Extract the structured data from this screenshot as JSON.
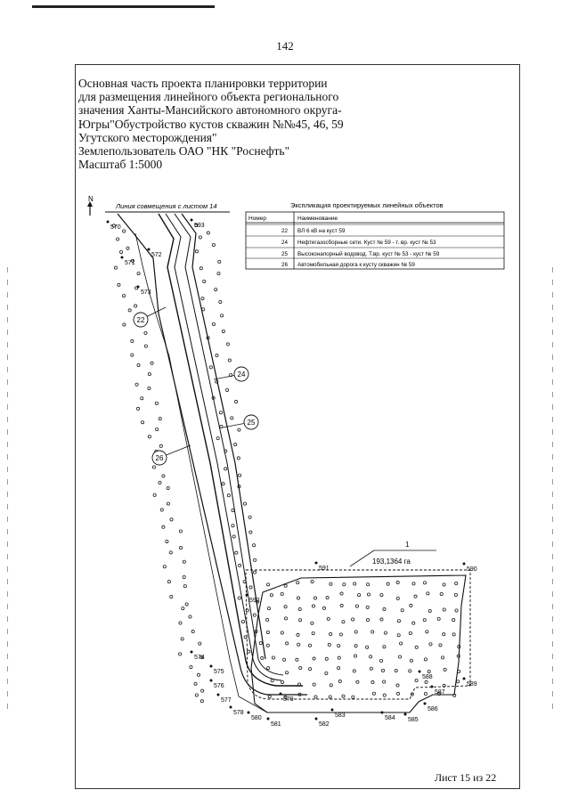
{
  "page_number": "142",
  "header": {
    "lines": [
      "Основная часть проекта планировки территории",
      "для размещения линейного объекта регионального",
      "значения Ханты-Мансийского автономного округа-",
      "Югры\"Обустройство кустов скважин №№45, 46, 59",
      "Угутского месторождения\"",
      "Землепользователь ОАО \"НК \"Роснефть\"",
      "Масштаб 1:5000"
    ]
  },
  "map": {
    "north_label": "N",
    "match_line_label": "Линия совмещения с листом 14",
    "area_label_top": "1",
    "area_label_bottom": "193,1364 га",
    "legend": {
      "title": "Экспликация проектируемых линейных объектов",
      "headers": [
        "Номер",
        "Наименование"
      ],
      "rows": [
        {
          "num": "22",
          "name": "ВЛ 6 кВ на куст 59"
        },
        {
          "num": "24",
          "name": "Нефтегазосборные сети. Куст № 59 - т. вр. куст № 53"
        },
        {
          "num": "25",
          "name": "Высоконапорный водовод. Т.вр. куст № 53 - куст № 59"
        },
        {
          "num": "26",
          "name": "Автомобильная дорога к кусту скважин № 59"
        }
      ]
    },
    "object_labels": [
      "22",
      "24",
      "25",
      "26"
    ],
    "point_labels": [
      "570",
      "571",
      "572",
      "573",
      "593",
      "591",
      "590",
      "592",
      "574",
      "575",
      "576",
      "577",
      "578",
      "580",
      "581",
      "579",
      "582",
      "583",
      "584",
      "585",
      "586",
      "587",
      "588",
      "589"
    ]
  },
  "footer": "Лист 15 из 22"
}
